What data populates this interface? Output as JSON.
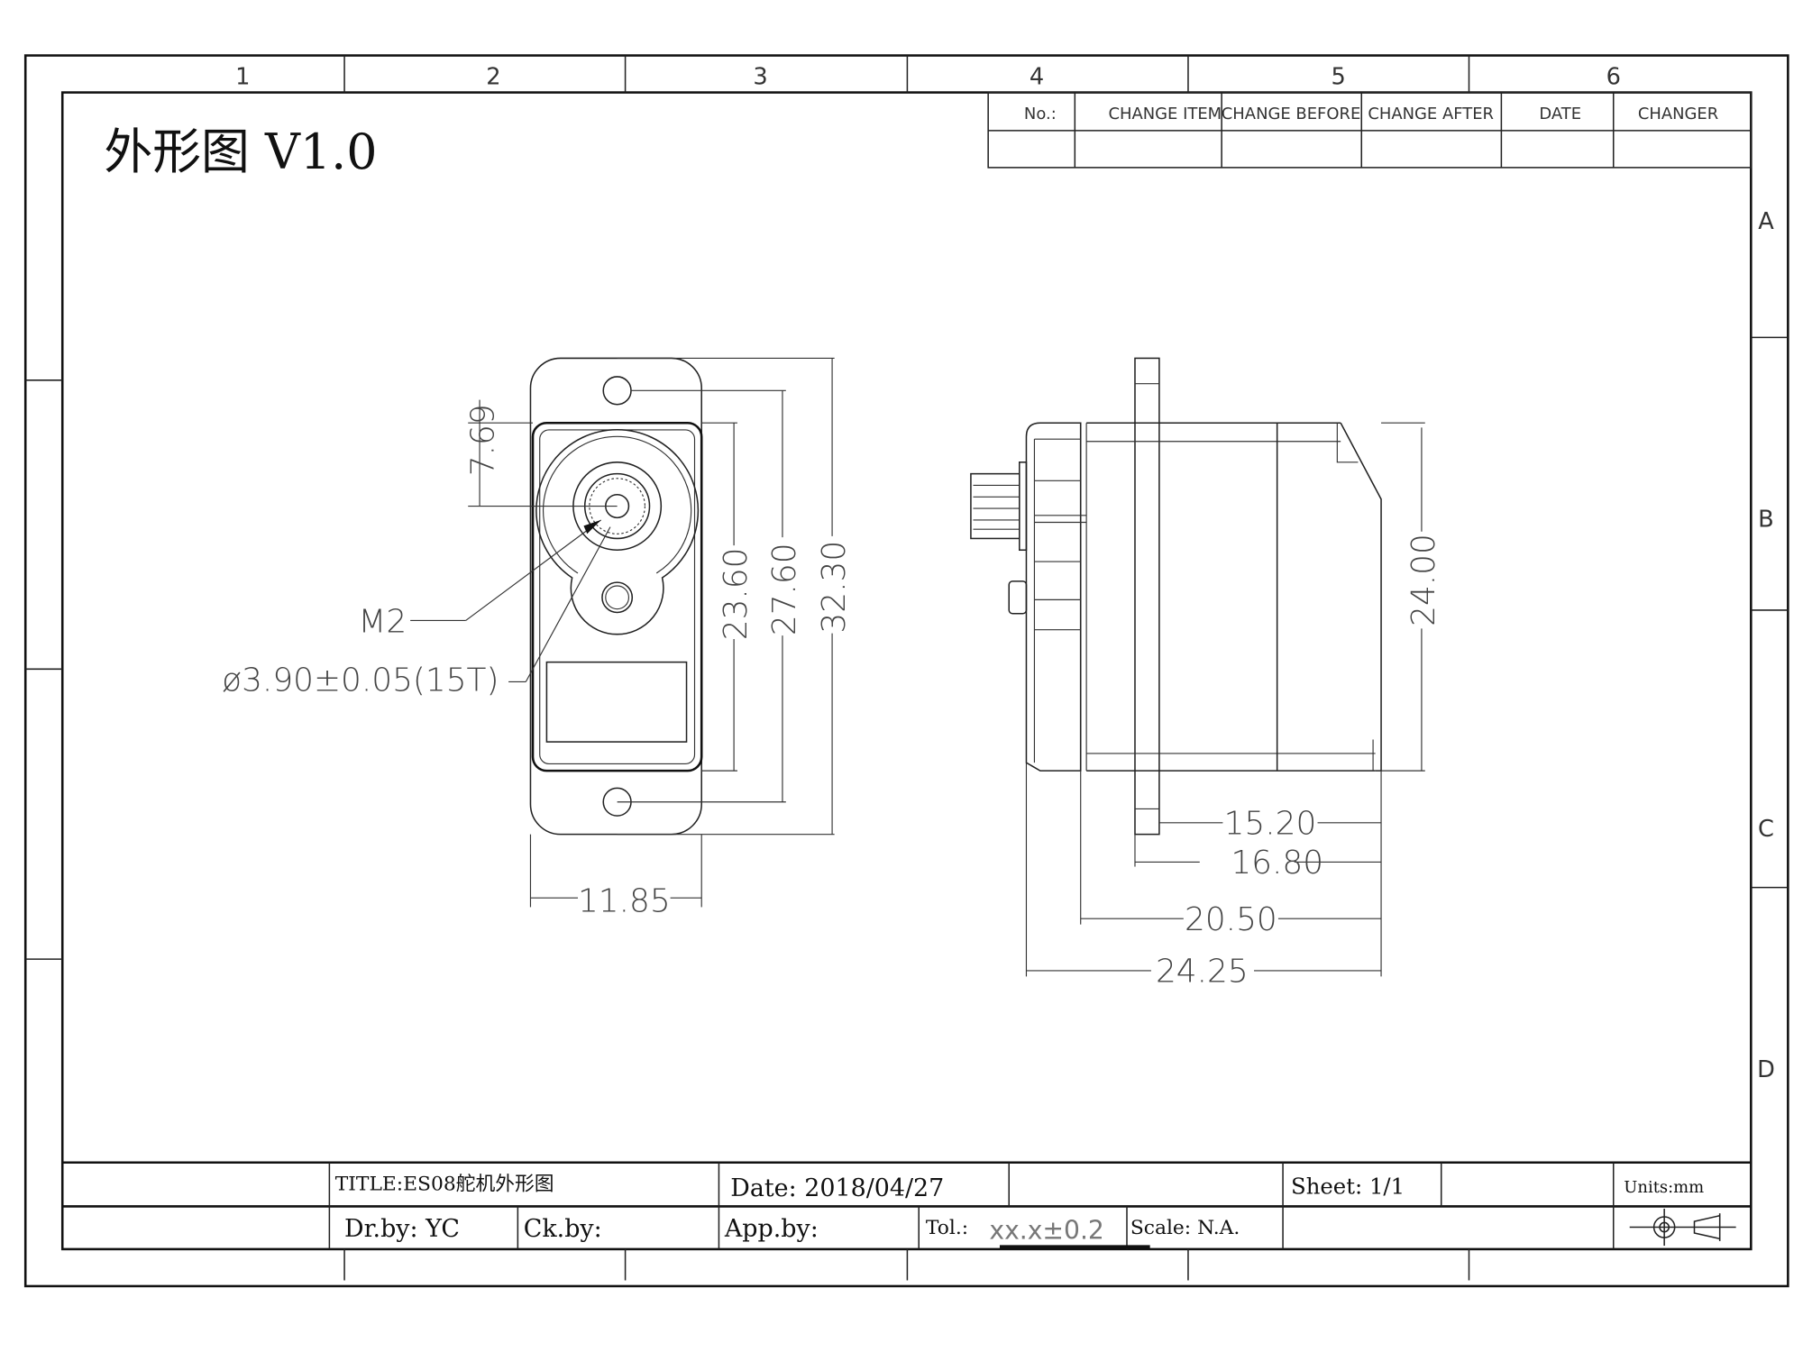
{
  "drawing_title": "外形图 V1.0",
  "columns": [
    "1",
    "2",
    "3",
    "4",
    "5",
    "6"
  ],
  "rows": [
    "A",
    "B",
    "C",
    "D"
  ],
  "revision_table": {
    "headers": [
      "No.:",
      "CHANGE ITEM",
      "CHANGE BEFORE",
      "CHANGE AFTER",
      "DATE",
      "CHANGER"
    ]
  },
  "front_view": {
    "dims": {
      "d1": "7.69",
      "d2": "23.60",
      "d3": "27.60",
      "d4": "32.30",
      "width": "11.85"
    },
    "labels": {
      "thread": "M2",
      "spline": "ø3.90±0.05(15T)"
    }
  },
  "side_view": {
    "dims": {
      "height": "24.00",
      "d1": "15.20",
      "d2": "16.80",
      "d3": "20.50",
      "d4": "24.25"
    }
  },
  "title_block": {
    "title": "TITLE:ES08舵机外形图",
    "date": "Date:  2018/04/27",
    "sheet": "Sheet:  1/1",
    "units": "Units:mm",
    "drawn_by": "Dr.by:  YC",
    "checked_by": "Ck.by:",
    "approved_by": "App.by:",
    "tol_label": "Tol.:",
    "tol_value": "xx.x±0.2",
    "scale": "Scale:   N.A."
  }
}
